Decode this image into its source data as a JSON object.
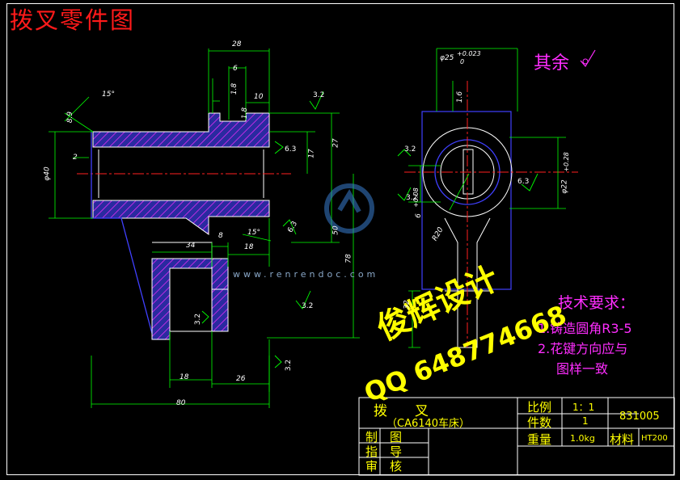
{
  "title": "拨叉零件图",
  "roughness_note": "其余",
  "tech_req": {
    "heading": "技术要求：",
    "item1": "1.铸造圆角R3-5",
    "item2": "2.花键方向应与",
    "item3": "图样一致"
  },
  "watermark": {
    "line1": "俊辉设计",
    "line2": "QQ 648774668",
    "site": "www.renrendoc.com"
  },
  "title_block": {
    "part_name": "拨　　叉",
    "machine": "（CA6140车床）",
    "scale_label": "比例",
    "scale_value": "1：1",
    "qty_label": "件数",
    "qty_value": "1",
    "drawing_no": "831005",
    "weight_label": "重量",
    "weight_value": "1.0kg",
    "material_label": "材料",
    "material_value": "HT200",
    "drawn_label": "制　图",
    "guide_label": "指　导",
    "review_label": "审　核"
  },
  "dimensions": {
    "d28": "28",
    "d6": "6",
    "d10": "10",
    "d18a": "1.8",
    "d18b": "1.8",
    "ang15a": "15°",
    "ang15b": "15°",
    "d89": "8.9",
    "d2": "2",
    "phi40": "φ40",
    "d27": "27",
    "d17": "17",
    "d50": "50",
    "d78": "78",
    "d34": "34",
    "d8": "8",
    "d18": "18",
    "d18b2": "18",
    "d26": "26",
    "d80": "80",
    "phi25": "φ25",
    "tol25": "+0.023",
    "tol25b": "0",
    "phi22": "φ22",
    "tol22": "+0.28",
    "d6b": "6",
    "tol6": "+0.08",
    "r20": "R20",
    "d32": "32",
    "d16": "1.6"
  },
  "roughness": {
    "r32a": "3.2",
    "r32b": "3.2",
    "r32c": "3.2",
    "r32d": "3.2",
    "r32e": "3.2",
    "r32f": "3.2",
    "r63a": "6.3",
    "r63b": "6.3",
    "r63c": "6.3"
  }
}
